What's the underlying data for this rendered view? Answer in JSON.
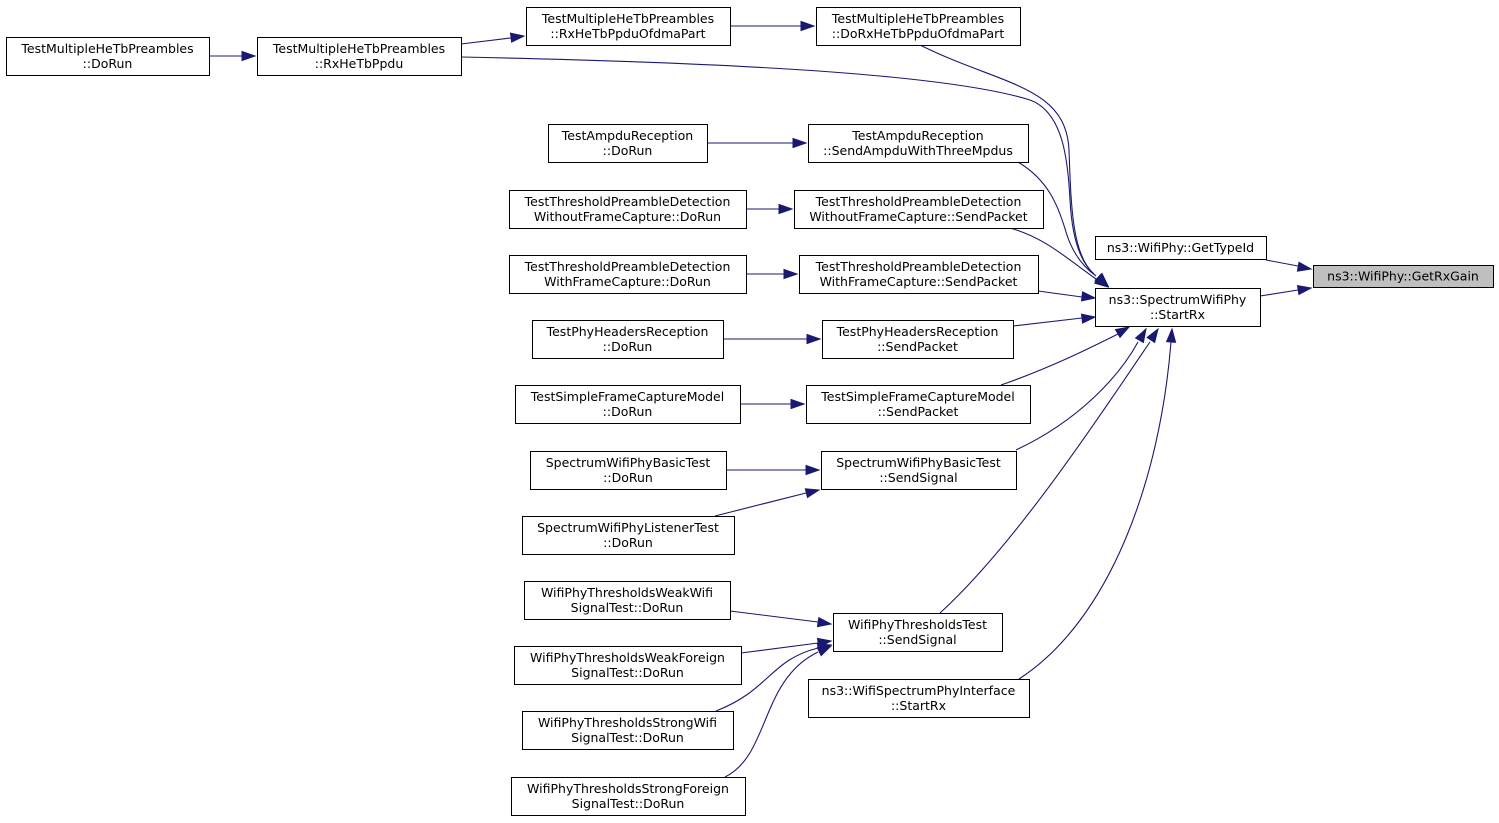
{
  "graph": {
    "colors": {
      "edge": "#191970",
      "node_border": "#000000",
      "node_fill": "#ffffff",
      "highlight_fill": "#bfbfbf"
    },
    "nodes": [
      {
        "id": "getrxgain",
        "lines": [
          "ns3::WifiPhy::GetRxGain"
        ],
        "highlight": true
      },
      {
        "id": "gettypeid",
        "lines": [
          "ns3::WifiPhy::GetTypeId"
        ]
      },
      {
        "id": "startrx",
        "lines": [
          "ns3::SpectrumWifiPhy",
          "::StartRx"
        ]
      },
      {
        "id": "mh-dorun",
        "lines": [
          "TestMultipleHeTbPreambles",
          "::DoRun"
        ]
      },
      {
        "id": "mh-rxhetbppdu",
        "lines": [
          "TestMultipleHeTbPreambles",
          "::RxHeTbPpdu"
        ]
      },
      {
        "id": "mh-rxofdma",
        "lines": [
          "TestMultipleHeTbPreambles",
          "::RxHeTbPpduOfdmaPart"
        ]
      },
      {
        "id": "mh-dorxofdma",
        "lines": [
          "TestMultipleHeTbPreambles",
          "::DoRxHeTbPpduOfdmaPart"
        ]
      },
      {
        "id": "ampdu-dorun",
        "lines": [
          "TestAmpduReception",
          "::DoRun"
        ]
      },
      {
        "id": "ampdu-send",
        "lines": [
          "TestAmpduReception",
          "::SendAmpduWithThreeMpdus"
        ]
      },
      {
        "id": "tpd-wo-dorun",
        "lines": [
          "TestThresholdPreambleDetection",
          "WithoutFrameCapture::DoRun"
        ]
      },
      {
        "id": "tpd-wo-send",
        "lines": [
          "TestThresholdPreambleDetection",
          "WithoutFrameCapture::SendPacket"
        ]
      },
      {
        "id": "tpd-w-dorun",
        "lines": [
          "TestThresholdPreambleDetection",
          "WithFrameCapture::DoRun"
        ]
      },
      {
        "id": "tpd-w-send",
        "lines": [
          "TestThresholdPreambleDetection",
          "WithFrameCapture::SendPacket"
        ]
      },
      {
        "id": "phr-dorun",
        "lines": [
          "TestPhyHeadersReception",
          "::DoRun"
        ]
      },
      {
        "id": "phr-send",
        "lines": [
          "TestPhyHeadersReception",
          "::SendPacket"
        ]
      },
      {
        "id": "sfc-dorun",
        "lines": [
          "TestSimpleFrameCaptureModel",
          "::DoRun"
        ]
      },
      {
        "id": "sfc-send",
        "lines": [
          "TestSimpleFrameCaptureModel",
          "::SendPacket"
        ]
      },
      {
        "id": "swb-dorun",
        "lines": [
          "SpectrumWifiPhyBasicTest",
          "::DoRun"
        ]
      },
      {
        "id": "swb-send",
        "lines": [
          "SpectrumWifiPhyBasicTest",
          "::SendSignal"
        ]
      },
      {
        "id": "swl-dorun",
        "lines": [
          "SpectrumWifiPhyListenerTest",
          "::DoRun"
        ]
      },
      {
        "id": "wt-weakwifi",
        "lines": [
          "WifiPhyThresholdsWeakWifi",
          "SignalTest::DoRun"
        ]
      },
      {
        "id": "wt-send",
        "lines": [
          "WifiPhyThresholdsTest",
          "::SendSignal"
        ]
      },
      {
        "id": "wt-weakforeign",
        "lines": [
          "WifiPhyThresholdsWeakForeign",
          "SignalTest::DoRun"
        ]
      },
      {
        "id": "wt-strongwifi",
        "lines": [
          "WifiPhyThresholdsStrongWifi",
          "SignalTest::DoRun"
        ]
      },
      {
        "id": "wt-strongforeign",
        "lines": [
          "WifiPhyThresholdsStrongForeign",
          "SignalTest::DoRun"
        ]
      },
      {
        "id": "wspi-startrx",
        "lines": [
          "ns3::WifiSpectrumPhyInterface",
          "::StartRx"
        ]
      }
    ],
    "edges": [
      {
        "from": "gettypeid",
        "to": "getrxgain"
      },
      {
        "from": "startrx",
        "to": "getrxgain"
      },
      {
        "from": "mh-dorun",
        "to": "mh-rxhetbppdu"
      },
      {
        "from": "mh-rxhetbppdu",
        "to": "mh-rxofdma"
      },
      {
        "from": "mh-rxofdma",
        "to": "mh-dorxofdma"
      },
      {
        "from": "mh-dorxofdma",
        "to": "startrx"
      },
      {
        "from": "mh-rxhetbppdu",
        "to": "startrx"
      },
      {
        "from": "ampdu-dorun",
        "to": "ampdu-send"
      },
      {
        "from": "ampdu-send",
        "to": "startrx"
      },
      {
        "from": "tpd-wo-dorun",
        "to": "tpd-wo-send"
      },
      {
        "from": "tpd-wo-send",
        "to": "startrx"
      },
      {
        "from": "tpd-w-dorun",
        "to": "tpd-w-send"
      },
      {
        "from": "tpd-w-send",
        "to": "startrx"
      },
      {
        "from": "phr-dorun",
        "to": "phr-send"
      },
      {
        "from": "phr-send",
        "to": "startrx"
      },
      {
        "from": "sfc-dorun",
        "to": "sfc-send"
      },
      {
        "from": "sfc-send",
        "to": "startrx"
      },
      {
        "from": "swb-dorun",
        "to": "swb-send"
      },
      {
        "from": "swl-dorun",
        "to": "swb-send"
      },
      {
        "from": "swb-send",
        "to": "startrx"
      },
      {
        "from": "wt-weakwifi",
        "to": "wt-send"
      },
      {
        "from": "wt-weakforeign",
        "to": "wt-send"
      },
      {
        "from": "wt-strongwifi",
        "to": "wt-send"
      },
      {
        "from": "wt-strongforeign",
        "to": "wt-send"
      },
      {
        "from": "wt-send",
        "to": "startrx"
      },
      {
        "from": "wspi-startrx",
        "to": "startrx"
      }
    ]
  }
}
